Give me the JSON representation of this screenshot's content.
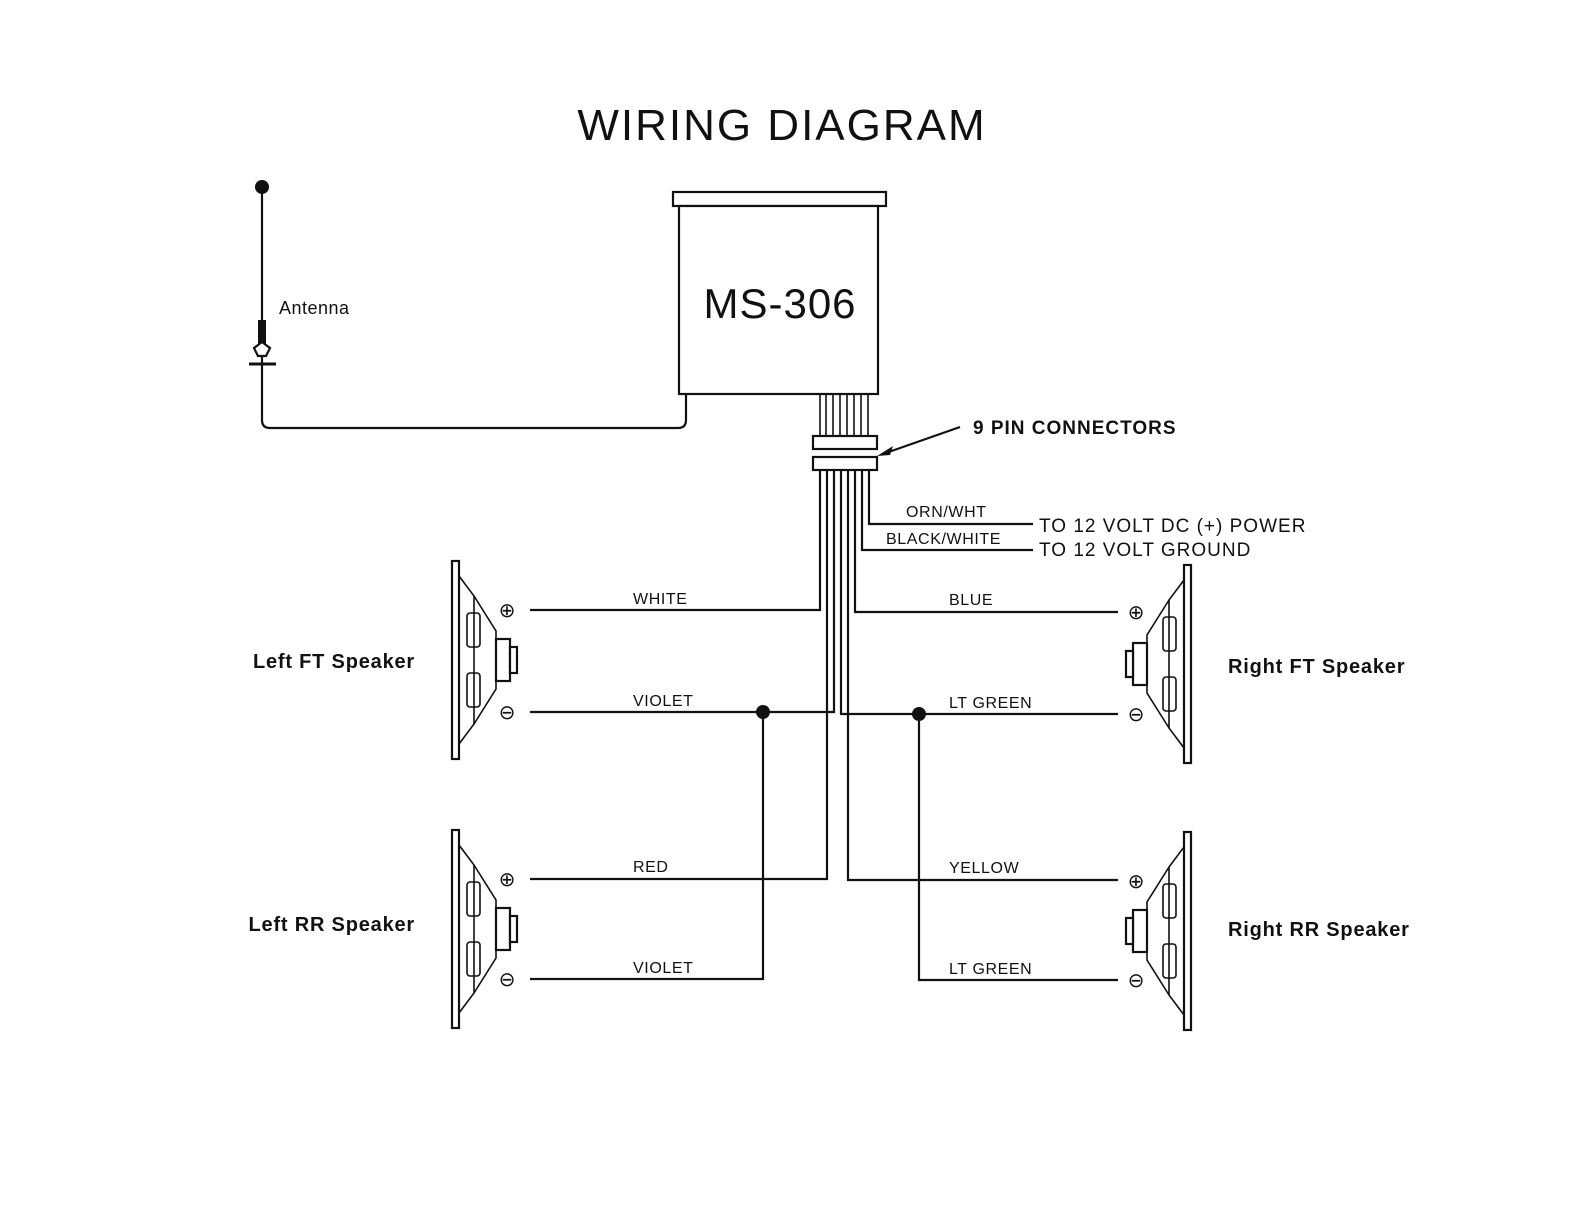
{
  "title": "WIRING DIAGRAM",
  "unit_label": "MS-306",
  "antenna_label": "Antenna",
  "connector_label": "9 PIN CONNECTORS",
  "power": {
    "wire_orn": "ORN/WHT",
    "wire_black": "BLACK/WHITE",
    "to_power": "TO 12 VOLT DC (+) POWER",
    "to_ground": "TO 12 VOLT GROUND"
  },
  "wires": {
    "left_ft_pos": "WHITE",
    "left_ft_neg": "VIOLET",
    "left_rr_pos": "RED",
    "left_rr_neg": "VIOLET",
    "right_ft_pos": "BLUE",
    "right_ft_neg": "LT GREEN",
    "right_rr_pos": "YELLOW",
    "right_rr_neg": "LT GREEN"
  },
  "speakers": {
    "left_ft": "Left FT Speaker",
    "left_rr": "Left RR Speaker",
    "right_ft": "Right FT Speaker",
    "right_rr": "Right RR Speaker"
  },
  "symbols": {
    "plus": "⊕",
    "minus": "⊖"
  }
}
